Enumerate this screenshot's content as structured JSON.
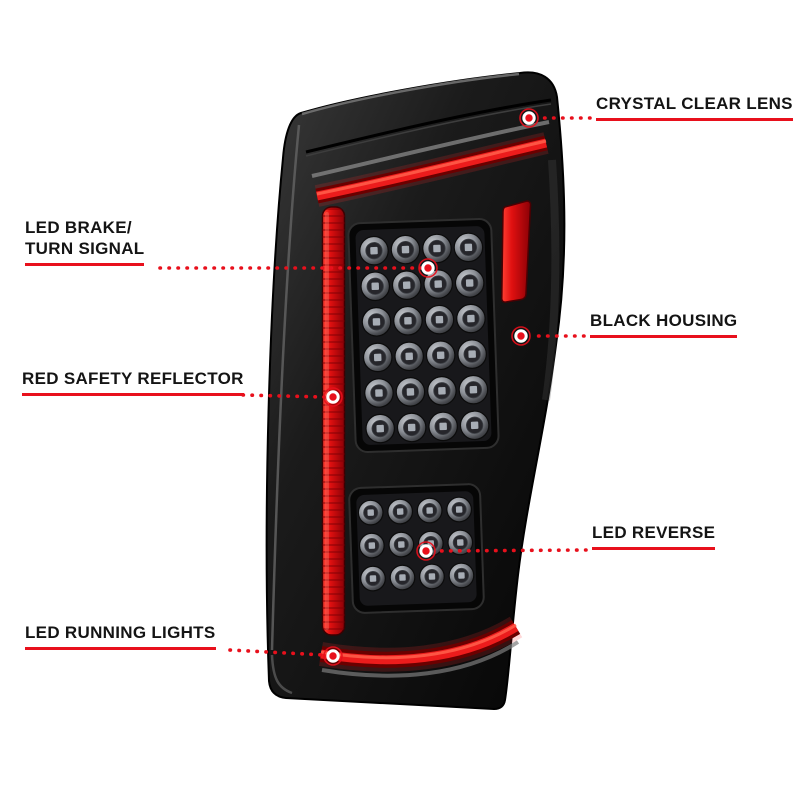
{
  "colors": {
    "accent": "#e8101c",
    "housing": "#0d0d0d",
    "lens_red": "#e01010"
  },
  "callouts": {
    "crystal_clear_lens": {
      "label": "CRYSTAL CLEAR LENS"
    },
    "led_brake_turn_signal": {
      "label_line1": "LED BRAKE/",
      "label_line2": "TURN SIGNAL"
    },
    "black_housing": {
      "label": "BLACK HOUSING"
    },
    "red_safety_reflector": {
      "label": "RED SAFETY REFLECTOR"
    },
    "led_reverse": {
      "label": "LED REVERSE"
    },
    "led_running_lights": {
      "label": "LED RUNNING LIGHTS"
    }
  }
}
